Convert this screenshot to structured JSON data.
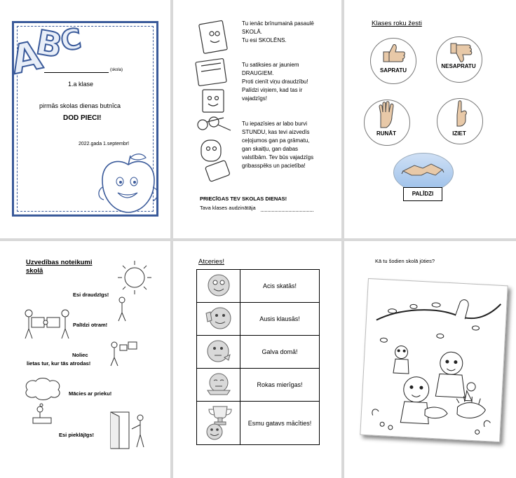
{
  "page1": {
    "abc_letters": [
      "A",
      "B",
      "C"
    ],
    "name_line_label": "(skola)",
    "class_label": "1.a klase",
    "notebook_label": "pirmās skolas dienas butnīca",
    "title": "DOD PIECI!",
    "date": "2022.gada 1.septembrī"
  },
  "page2": {
    "lines": [
      "Tu ienāc brīnumainā pasaulē",
      "SKOLĀ.",
      "Tu esi SKOLĒNS.",
      "Tu satiksies ar jauniem",
      "DRAUGIEM.",
      "Proti cienīt viņu draudzību!",
      "Palīdzi viņiem, kad tas ir",
      "vajadzīgs!",
      "Tu iepazīsies ar labo burvi",
      "STUNDU, kas tevi aizvedīs",
      "ceļojumos gan pa grāmatu,",
      "gan skaitļu, gan dabas",
      "valstībām. Tev būs vajadzīgs",
      "gribasspēks un pacietība!"
    ],
    "greeting": "PRIECĪGAS TEV SKOLAS DIENAS!",
    "teacher_label": "Tava klases audzinātāja"
  },
  "page3": {
    "title": "Klases roku žesti",
    "gestures": [
      "SAPRATU",
      "NESAPRATU",
      "RUNĀT",
      "IZIET",
      "PALĪDZI"
    ]
  },
  "page4": {
    "title_line1": "Uzvedības noteikumi",
    "title_line2": "skolā",
    "rules": [
      "Esi draudzīgs!",
      "Palīdzi otram!",
      "Noliec",
      "lietas tur, kur tās atrodas!",
      "Mācies ar prieku!",
      "Esi pieklājīgs!"
    ]
  },
  "page5": {
    "title": "Atceries!",
    "rows": [
      "Acis skatās!",
      "Ausis klausās!",
      "Galva domā!",
      "Rokas mierīgas!",
      "Esmu gatavs mācīties!"
    ]
  },
  "page6": {
    "question": "Kā tu šodien skolā jūties?"
  }
}
